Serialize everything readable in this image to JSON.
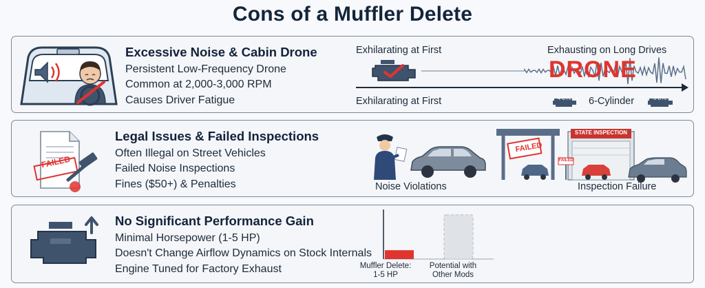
{
  "title": "Cons of a Muffler Delete",
  "sections": [
    {
      "heading": "Excessive Noise & Cabin Drone",
      "lines": [
        "Persistent Low-Frequency Drone",
        "Common at 2,000-3,000 RPM",
        "Causes Driver Fatigue"
      ],
      "timeline": {
        "top_left": "Exhilarating at First",
        "top_right": "Exhausting on Long Drives",
        "bottom_left": "Exhilarating at First",
        "word": "DRONE",
        "engine_label": "6-Cylinder",
        "engine_badge_a": "4-CYL",
        "engine_badge_b": "6-CYL"
      }
    },
    {
      "heading": "Legal Issues & Failed Inspections",
      "lines": [
        "Often Illegal on Street Vehicles",
        "Failed Noise Inspections",
        "Fines ($50+) & Penalties"
      ],
      "doc_stamp": "FAILED",
      "scene_left_caption": "Noise Violations",
      "scene_right_caption": "Inspection Failure",
      "station_sign": "STATE INSPECTION",
      "station_stamp": "FAILED",
      "station_small_sign": "FAILED"
    },
    {
      "heading": "No Significant Performance Gain",
      "lines": [
        "Minimal Horsepower (1-5 HP)",
        "Doesn't Change Airflow Dynamics on Stock Internals",
        "Engine Tuned for Factory Exhaust"
      ]
    }
  ],
  "chart_data": {
    "type": "bar",
    "categories": [
      "Muffler Delete: 1-5 HP",
      "Potential with Other Mods"
    ],
    "values": [
      5,
      25
    ],
    "ylim": [
      0,
      28
    ],
    "series_styles": [
      "solid",
      "dashed-outline"
    ],
    "colors": [
      "#e0342f",
      "#dfe3e8"
    ]
  },
  "colors": {
    "accent_red": "#e0342f",
    "navy": "#3f536d",
    "panel_border": "#7d8996"
  }
}
